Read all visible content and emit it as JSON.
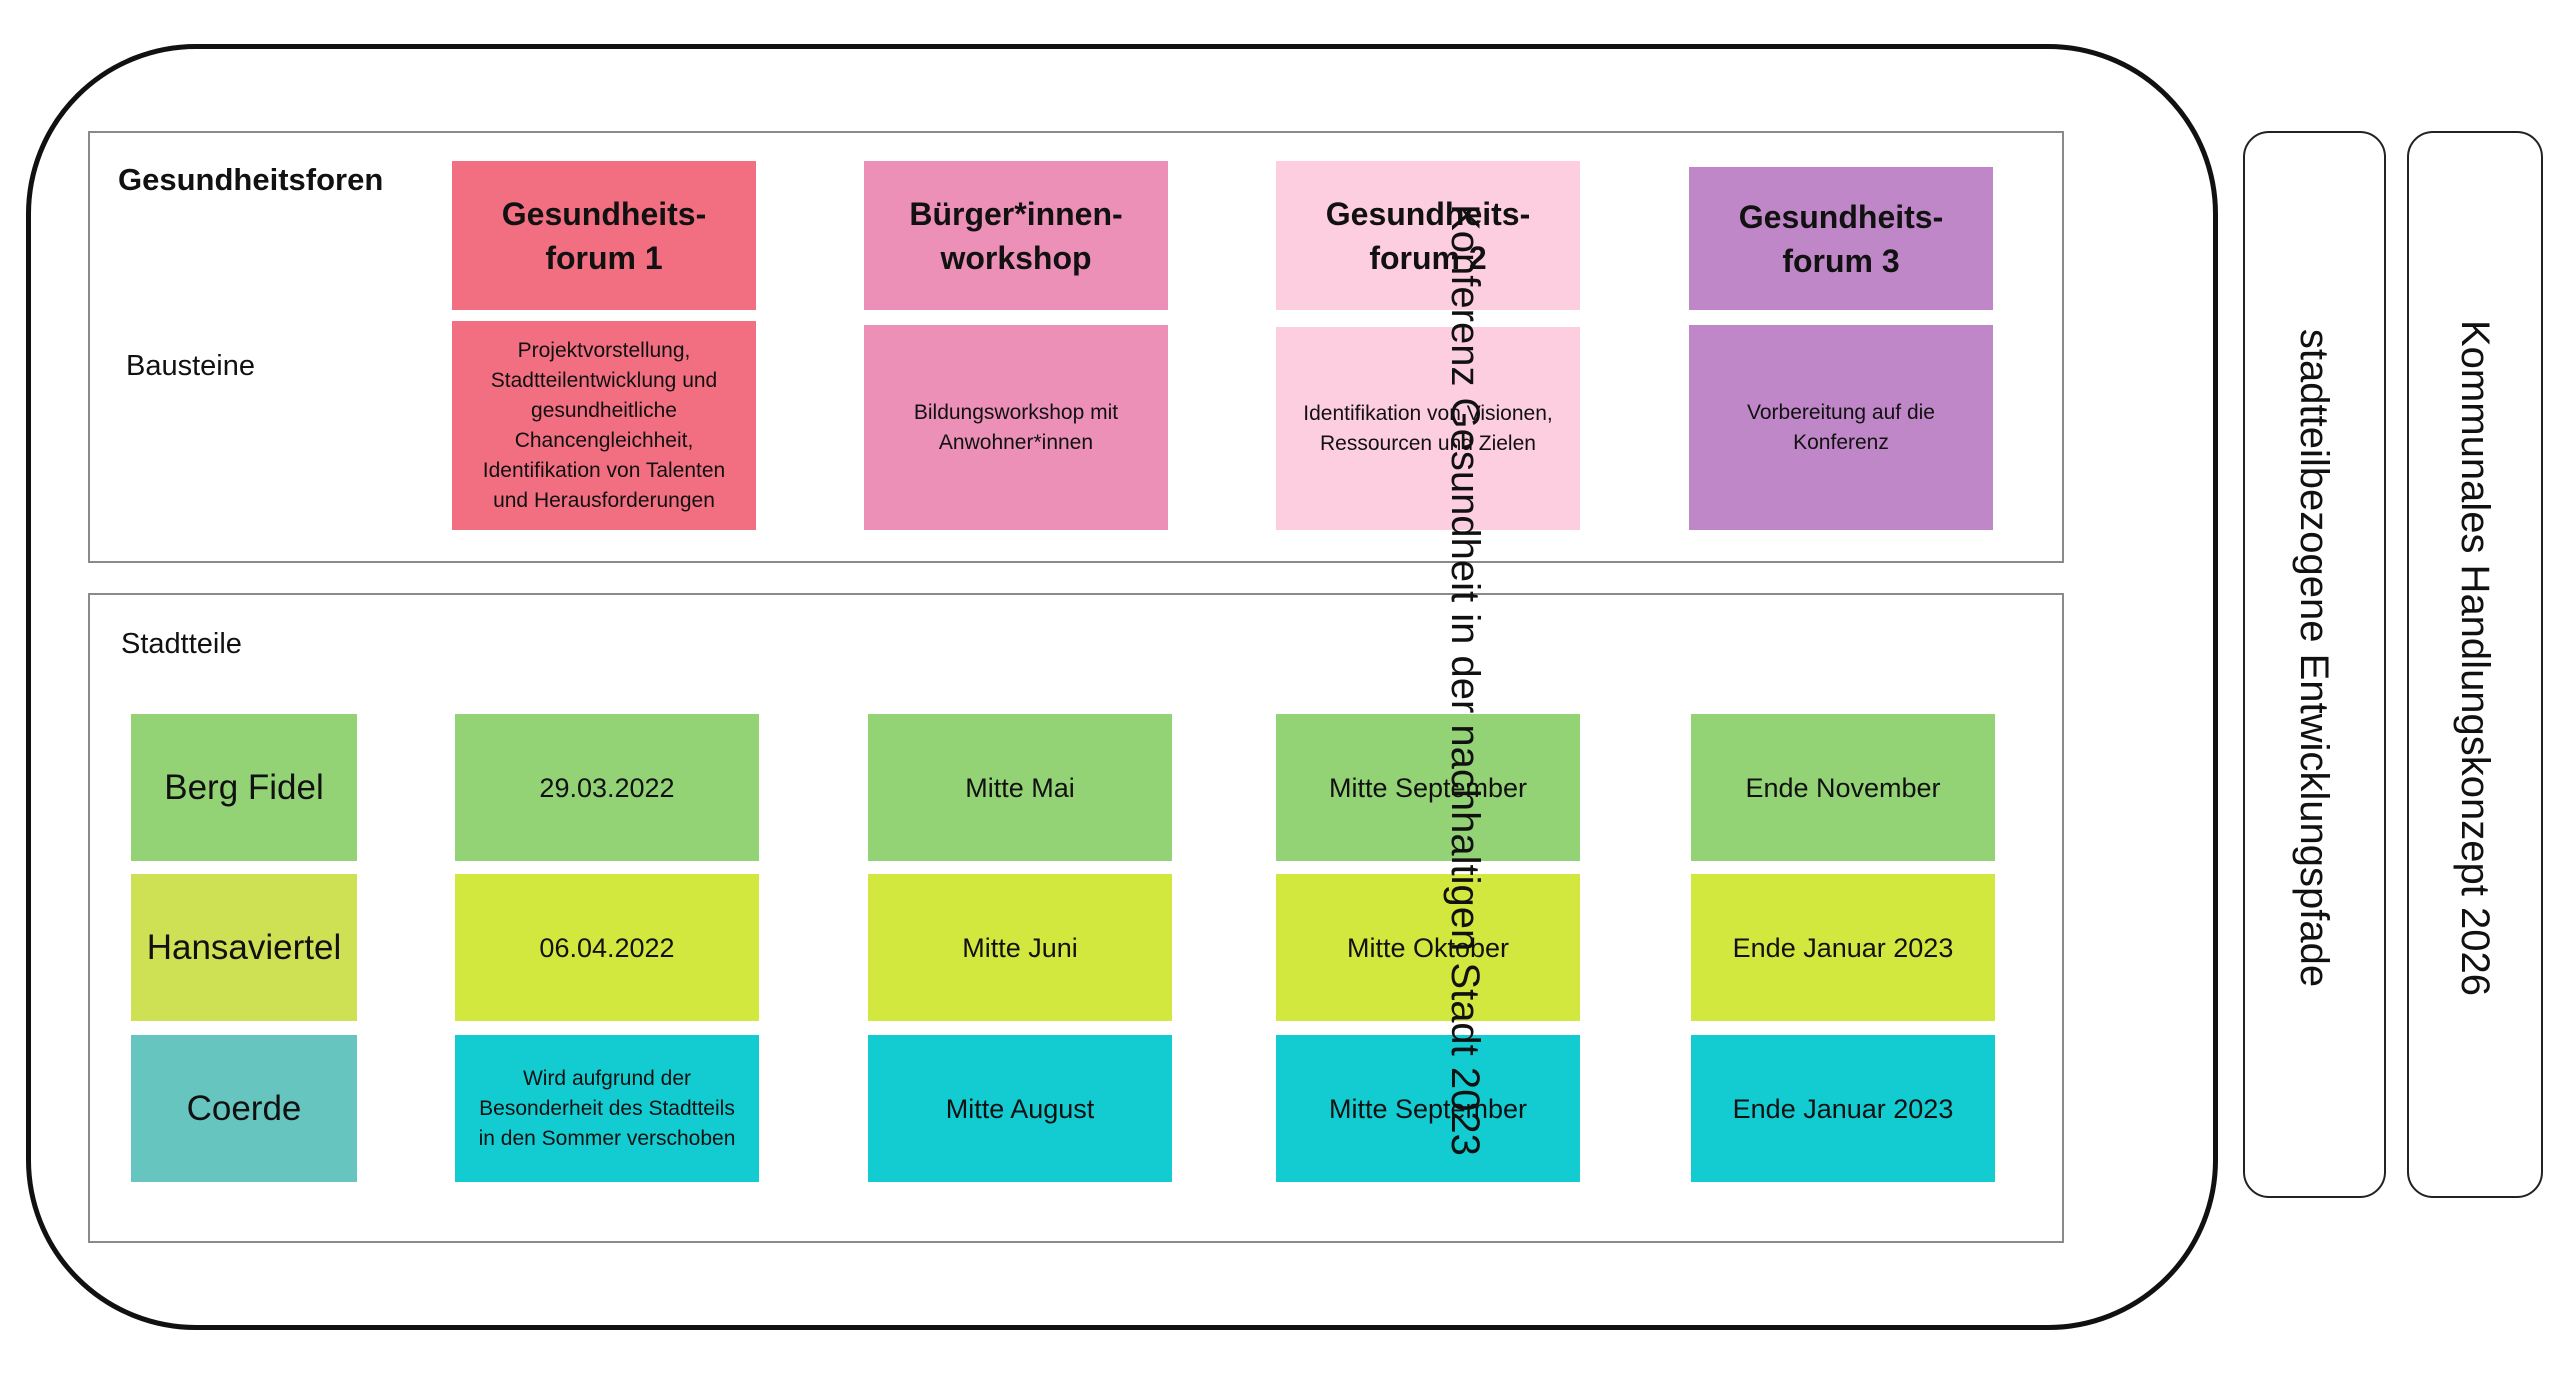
{
  "colors": {
    "forum1": "#f26f82",
    "workshop": "#ec90b7",
    "forum2": "#fdcedf",
    "forum3": "#c087c8",
    "berg_fidel": "#93d376",
    "hansaviertel_label": "#cee154",
    "hansaviertel": "#d2e83e",
    "coerde_label": "#66c6bf",
    "coerde": "#12ccd2"
  },
  "top_panel": {
    "heading": "Gesundheitsforen",
    "row_label": "Bausteine",
    "columns": [
      {
        "title_line1": "Gesundheits-",
        "title_line2": "forum 1",
        "description": [
          "Projektvorstellung,",
          "Stadtteilentwicklung und",
          "gesundheitliche",
          "Chancengleichheit,",
          "Identifikation von Talenten",
          "und Herausforderungen"
        ]
      },
      {
        "title_line1": "Bürger*innen-",
        "title_line2": "workshop",
        "description": [
          "Bildungsworkshop mit",
          "Anwohner*innen"
        ]
      },
      {
        "title_line1": "Gesundheits-",
        "title_line2": "forum 2",
        "description": [
          "Identifikation von Visionen,",
          "Ressourcen und Zielen"
        ]
      },
      {
        "title_line1": "Gesundheits-",
        "title_line2": "forum 3",
        "description": [
          "Vorbereitung auf die",
          "Konferenz"
        ]
      }
    ]
  },
  "bottom_panel": {
    "heading": "Stadtteile",
    "rows": [
      {
        "district": "Berg Fidel",
        "dates": [
          "29.03.2022",
          "Mitte Mai",
          "Mitte September",
          "Ende November"
        ]
      },
      {
        "district": "Hansaviertel",
        "dates": [
          "06.04.2022",
          "Mitte Juni",
          "Mitte Oktober",
          "Ende Januar 2023"
        ]
      },
      {
        "district": "Coerde",
        "dates": [
          [
            "Wird aufgrund der",
            "Besonderheit des Stadtteils",
            "in den Sommer verschoben"
          ],
          "Mitte August",
          "Mitte September",
          "Ende Januar 2023"
        ]
      }
    ]
  },
  "vertical_labels": {
    "conference": "Konferenz Gesundheit in der nachhaltigen Stadt  2023",
    "pathways": "stadtteilbezogene Entwicklungspfade",
    "concept": "Kommunales Handlungskonzept 2026"
  }
}
